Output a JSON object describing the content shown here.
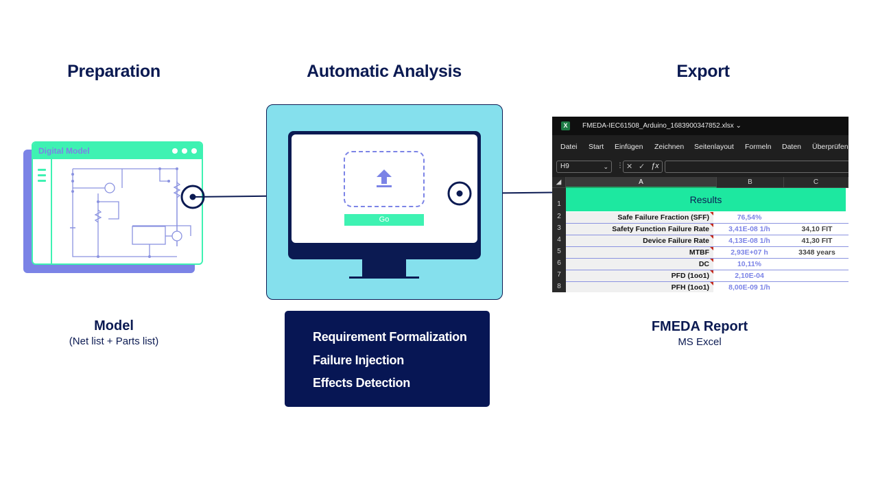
{
  "headings": {
    "preparation": "Preparation",
    "automatic_analysis": "Automatic Analysis",
    "export": "Export"
  },
  "model": {
    "window_title": "Digital Model",
    "caption_title": "Model",
    "caption_sub": "(Net list + Parts list)"
  },
  "analysis": {
    "go_label": "Go",
    "steps": [
      "Requirement Formalization",
      "Failure Injection",
      "Effects Detection"
    ]
  },
  "excel": {
    "logo": "X",
    "filename": "FMEDA-IEC61508_Arduino_1683900347852.xlsx",
    "menu": [
      "Datei",
      "Start",
      "Einfügen",
      "Zeichnen",
      "Seitenlayout",
      "Formeln",
      "Daten",
      "Überprüfen"
    ],
    "name_box": "H9",
    "columns": [
      "A",
      "B",
      "C"
    ],
    "row_numbers": [
      "1",
      "2",
      "3",
      "4",
      "5",
      "6",
      "7",
      "8"
    ],
    "results_header": "Results",
    "rows": [
      {
        "label": "Safe Failure Fraction (SFF)",
        "value": "76,54%",
        "extra": ""
      },
      {
        "label": "Safety Function Failure Rate",
        "value": "3,41E-08  1/h",
        "extra": "34,10 FIT"
      },
      {
        "label": "Device Failure Rate",
        "value": "4,13E-08  1/h",
        "extra": "41,30 FIT"
      },
      {
        "label": "MTBF",
        "value": "2,93E+07  h",
        "extra": "3348 years"
      },
      {
        "label": "DC",
        "value": "10,11%",
        "extra": ""
      },
      {
        "label": "PFD (1oo1)",
        "value": "2,10E-04",
        "extra": ""
      },
      {
        "label": "PFH (1oo1)",
        "value": "8,00E-09  1/h",
        "extra": ""
      }
    ]
  },
  "report": {
    "caption_title": "FMEDA Report",
    "caption_sub": "MS Excel"
  },
  "colors": {
    "navy": "#0b1a52",
    "mint": "#3ef2b2",
    "periwinkle": "#7b83e6",
    "sky": "#85e0ed"
  }
}
